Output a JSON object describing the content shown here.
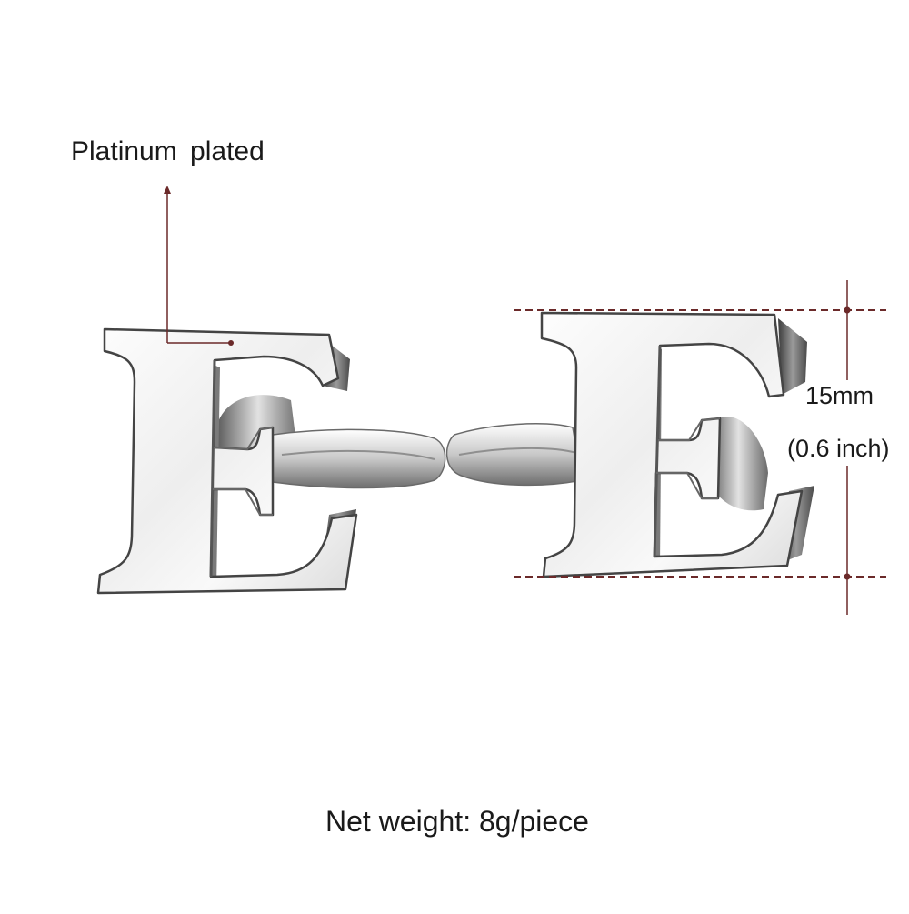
{
  "callout": {
    "label": "Platinum plated"
  },
  "dimension": {
    "mm": "15mm",
    "inch": "(0.6 inch)"
  },
  "footer": {
    "weight": "Net weight: 8g/piece"
  },
  "colors": {
    "background": "#ffffff",
    "annotation_line": "#6b2a2a",
    "metal_light": "#f7f7f7",
    "metal_mid": "#c9c9c9",
    "metal_dark": "#5a5a5a",
    "text": "#1a1a1a"
  },
  "product": {
    "letter": "E",
    "pieces": 2
  }
}
